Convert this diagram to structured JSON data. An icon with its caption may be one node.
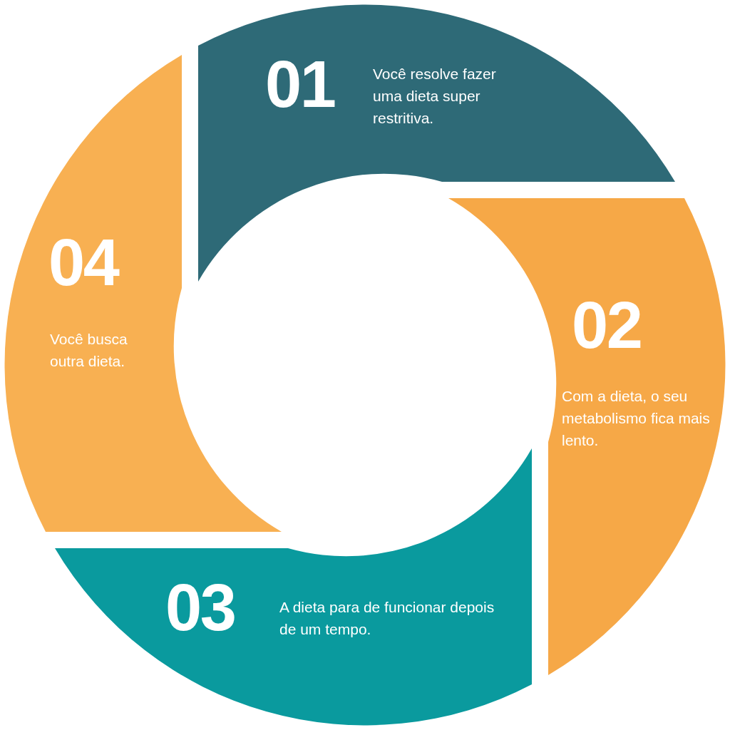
{
  "diagram": {
    "nodes": [
      {
        "text": [
          "01",
          "Você resolve fazer uma dieta super restritiva."
        ]
      },
      {
        "text": [
          "02",
          "Com a dieta, o seu metabolismo fica mais lento."
        ]
      },
      {
        "text": [
          "03",
          "A dieta para de funcionar depois de um tempo."
        ]
      },
      {
        "text": [
          "04",
          "Você busca outra dieta."
        ]
      }
    ]
  }
}
